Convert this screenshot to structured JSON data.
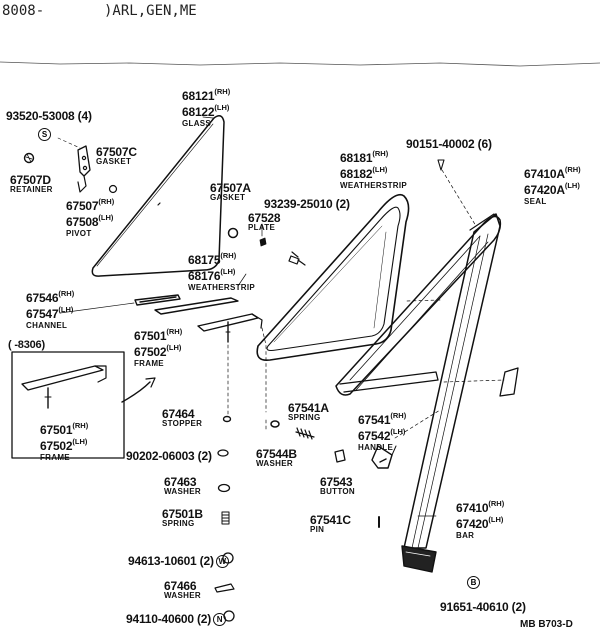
{
  "header": {
    "code": "8008-",
    "models": ")ARL,GEN,ME"
  },
  "footer": {
    "ref": "MB  B703-D"
  },
  "inset": {
    "range": "(     -8306)"
  },
  "callouts": {
    "c93520": {
      "pn": "93520-53008 (4)",
      "sym": "S"
    },
    "c67507d": {
      "pn": "67507D",
      "name": "RETAINER"
    },
    "c67507": {
      "pn1": "67507",
      "sd1": "(RH)",
      "pn2": "67508",
      "sd2": "(LH)",
      "name": "PIVOT"
    },
    "c67507c": {
      "pn": "67507C",
      "name": "GASKET"
    },
    "c68121": {
      "pn1": "68121",
      "sd1": "(RH)",
      "pn2": "68122",
      "sd2": "(LH)",
      "name": "GLASS"
    },
    "c67507a": {
      "pn": "67507A",
      "name": "GASKET"
    },
    "c67528": {
      "pn": "67528",
      "name": "PLATE"
    },
    "c93239": {
      "pn": "93239-25010 (2)"
    },
    "c68175": {
      "pn1": "68175",
      "sd1": "(RH)",
      "pn2": "68176",
      "sd2": "(LH)",
      "name": "WEATHERSTRIP"
    },
    "c67546": {
      "pn1": "67546",
      "sd1": "(RH)",
      "pn2": "67547",
      "sd2": "(LH)",
      "name": "CHANNEL"
    },
    "c67501": {
      "pn1": "67501",
      "sd1": "(RH)",
      "pn2": "67502",
      "sd2": "(LH)",
      "name": "FRAME"
    },
    "c67501i": {
      "pn1": "67501",
      "sd1": "(RH)",
      "pn2": "67502",
      "sd2": "(LH)",
      "name": "FRAME"
    },
    "c68181": {
      "pn1": "68181",
      "sd1": "(RH)",
      "pn2": "68182",
      "sd2": "(LH)",
      "name": "WEATHERSTRIP"
    },
    "c90151": {
      "pn": "90151-40002 (6)"
    },
    "c67410a": {
      "pn1": "67410A",
      "sd1": "(RH)",
      "pn2": "67420A",
      "sd2": "(LH)",
      "name": "SEAL"
    },
    "c67464": {
      "pn": "67464",
      "name": "STOPPER"
    },
    "c90202": {
      "pn": "90202-06003 (2)"
    },
    "c67541a": {
      "pn": "67541A",
      "name": "SPRING"
    },
    "c67544b": {
      "pn": "67544B",
      "name": "WASHER"
    },
    "c67541": {
      "pn1": "67541",
      "sd1": "(RH)",
      "pn2": "67542",
      "sd2": "(LH)",
      "name": "HANDLE"
    },
    "c67543": {
      "pn": "67543",
      "name": "BUTTON"
    },
    "c67463": {
      "pn": "67463",
      "name": "WASHER"
    },
    "c67501b": {
      "pn": "67501B",
      "name": "SPRING"
    },
    "c67541c": {
      "pn": "67541C",
      "name": "PIN"
    },
    "c67410": {
      "pn1": "67410",
      "sd1": "(RH)",
      "pn2": "67420",
      "sd2": "(LH)",
      "name": "BAR"
    },
    "c94613": {
      "pn": "94613-10601 (2)",
      "sym": "W"
    },
    "c67466": {
      "pn": "67466",
      "name": "WASHER"
    },
    "c94110": {
      "pn": "94110-40600 (2)",
      "sym": "N"
    },
    "c91651": {
      "pn": "91651-40610 (2)",
      "sym": "B"
    }
  }
}
